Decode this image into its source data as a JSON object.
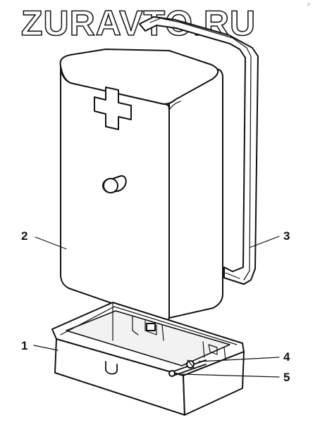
{
  "watermark": {
    "text": "ZURAVTO.RU",
    "corner_mark": "ℙ"
  },
  "callouts": [
    {
      "id": "1",
      "label": "1"
    },
    {
      "id": "2",
      "label": "2"
    },
    {
      "id": "3",
      "label": "3"
    },
    {
      "id": "4",
      "label": "4"
    },
    {
      "id": "5",
      "label": "5"
    }
  ],
  "colors": {
    "line": "#111111",
    "background": "#ffffff"
  }
}
